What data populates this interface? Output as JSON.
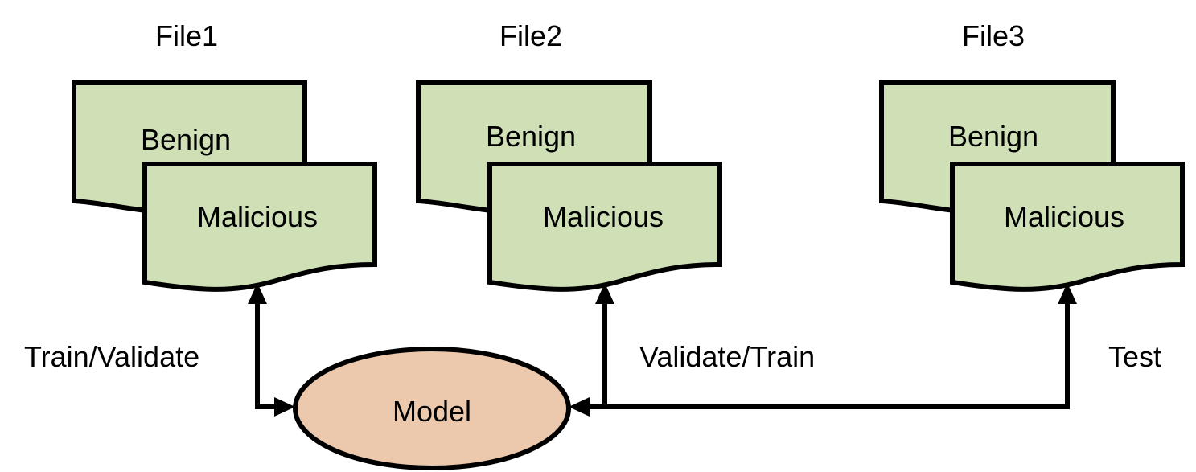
{
  "diagram": {
    "colors": {
      "document_fill": "#cfe0b6",
      "model_fill": "#ecc9ac",
      "stroke": "#000000"
    },
    "files": [
      {
        "title": "File1",
        "front_doc": "Malicious",
        "back_doc": "Benign"
      },
      {
        "title": "File2",
        "front_doc": "Malicious",
        "back_doc": "Benign"
      },
      {
        "title": "File3",
        "front_doc": "Malicious",
        "back_doc": "Benign"
      }
    ],
    "model": {
      "label": "Model"
    },
    "edges": [
      {
        "from": "Model",
        "to": "File1",
        "label": "Train/Validate",
        "bidirectional": true
      },
      {
        "from": "Model",
        "to": "File2",
        "label": "Validate/Train",
        "bidirectional": true
      },
      {
        "from": "Model",
        "to": "File3",
        "label": "Test",
        "bidirectional": true
      }
    ]
  }
}
